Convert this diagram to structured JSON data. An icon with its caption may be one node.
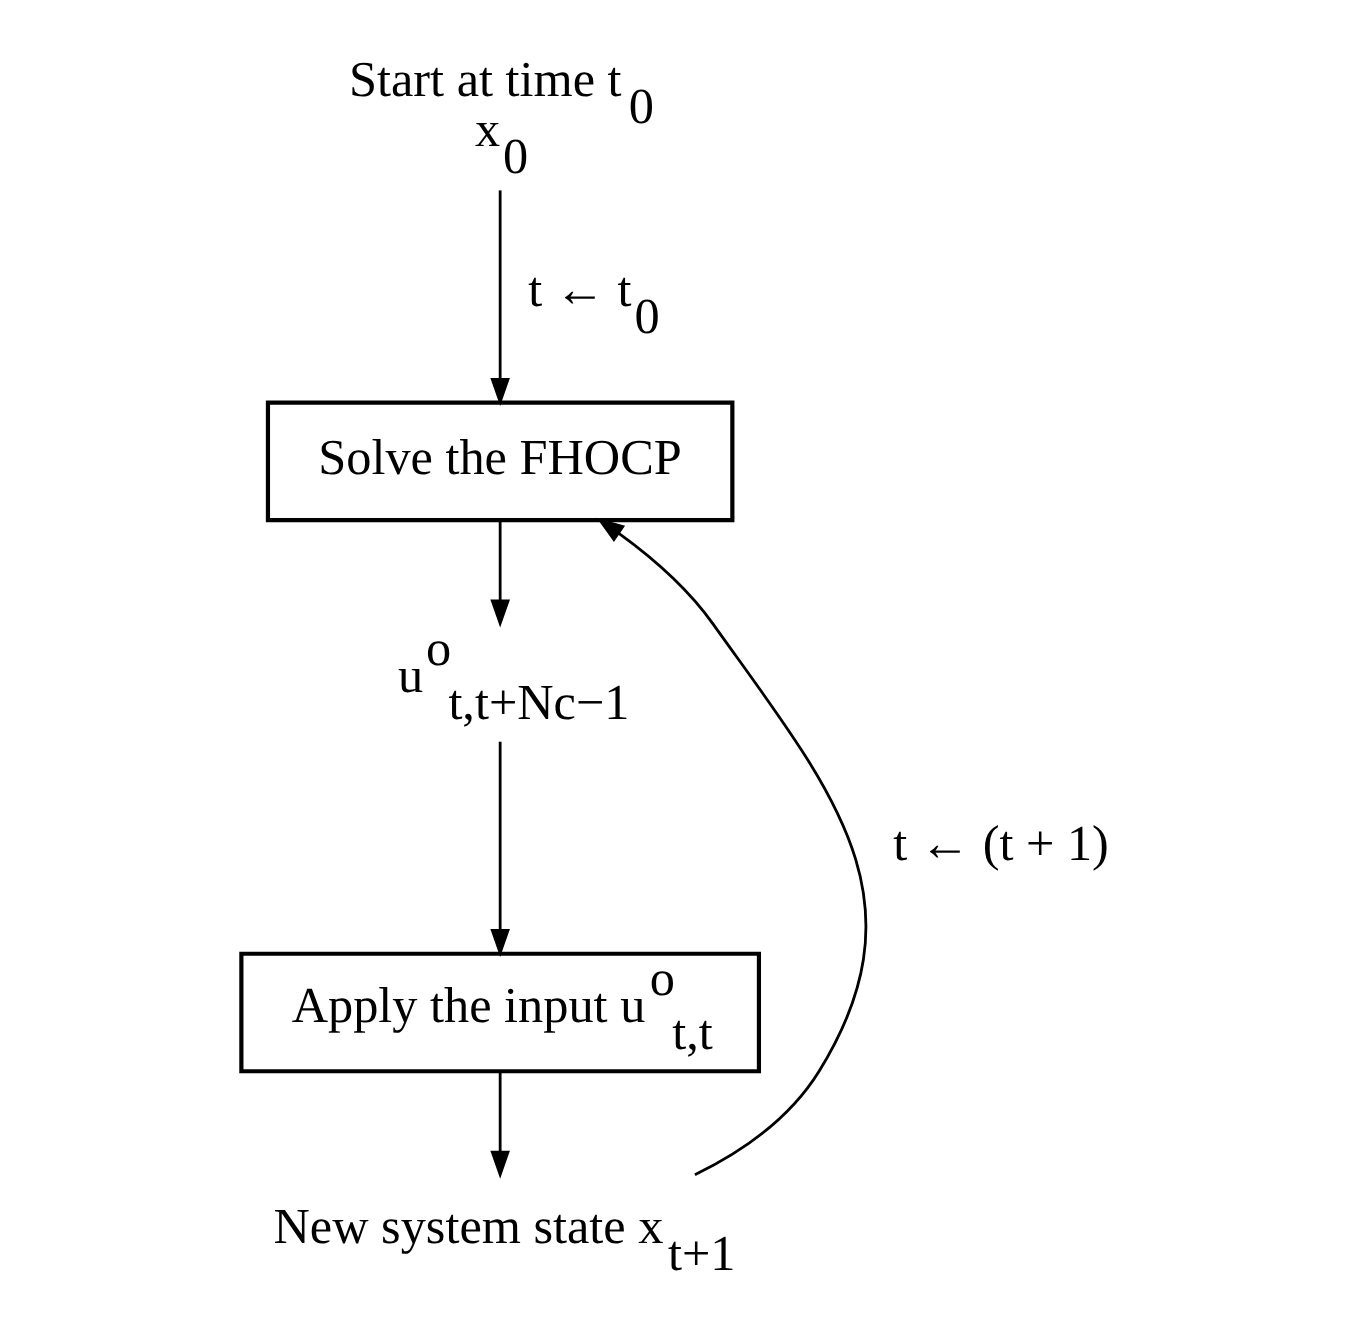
{
  "diagram": {
    "nodes": [
      {
        "text": [
          "Start at time t$_{0}$",
          "x$_{0}$"
        ]
      },
      {
        "text": [
          "Solve the FHOCP"
        ]
      },
      {
        "text": [
          "u$^{o}$$_{t,t+Nc−1}$"
        ]
      },
      {
        "text": [
          "Apply the input u$^{o}$$_{t,t}$"
        ]
      },
      {
        "text": [
          "New system state x$_{t+1}$"
        ]
      }
    ],
    "edges": [
      {
        "from": 0,
        "to": 1,
        "arrow": "to",
        "label": "t ← t$_{0}$"
      },
      {
        "from": 1,
        "to": 2,
        "arrow": "to"
      },
      {
        "from": 2,
        "to": 3,
        "arrow": "to"
      },
      {
        "from": 3,
        "to": 4,
        "arrow": "to"
      },
      {
        "from": 4,
        "to": 1,
        "arrow": "to",
        "label": "t ← (t + 1)"
      }
    ]
  }
}
